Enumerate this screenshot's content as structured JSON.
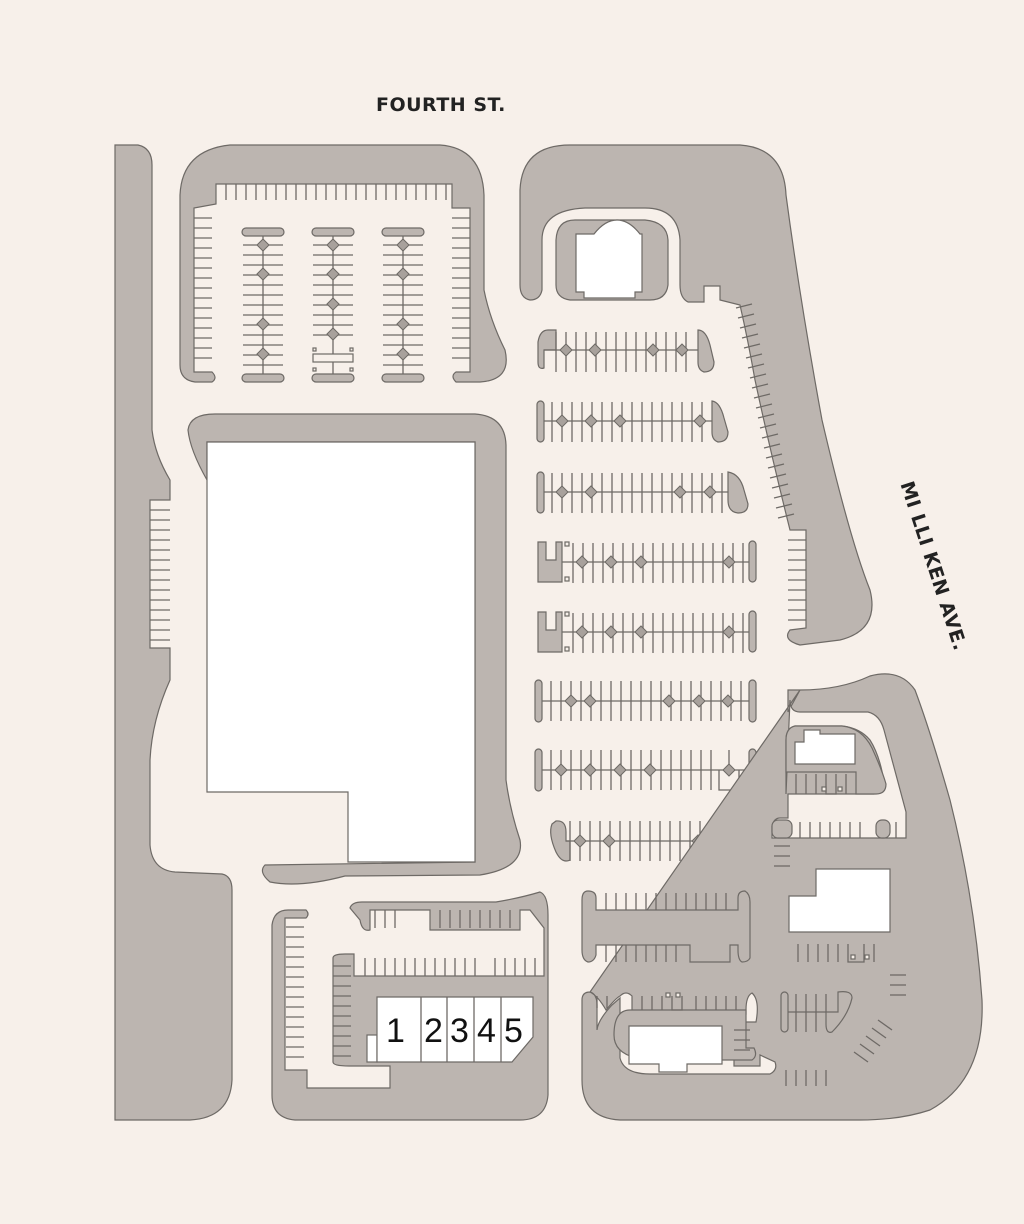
{
  "map": {
    "type": "site-plan",
    "colors": {
      "background": "#f7f0ea",
      "landscape": "#bcb5b0",
      "outline": "#6e6a66",
      "building": "#ffffff",
      "tree": "#a8a19c",
      "label": "#222222"
    }
  },
  "streets": {
    "north": "FOURTH ST.",
    "east": "MI LLI KEN AVE."
  },
  "buildings": {
    "major_anchor": {
      "label": ""
    },
    "pad_north": {
      "label": ""
    },
    "pad_east_1": {
      "label": ""
    },
    "pad_east_2": {
      "label": ""
    },
    "pad_south": {
      "label": ""
    },
    "shops": {
      "units": [
        {
          "number": "1"
        },
        {
          "number": "2"
        },
        {
          "number": "3"
        },
        {
          "number": "4"
        },
        {
          "number": "5"
        }
      ]
    }
  }
}
